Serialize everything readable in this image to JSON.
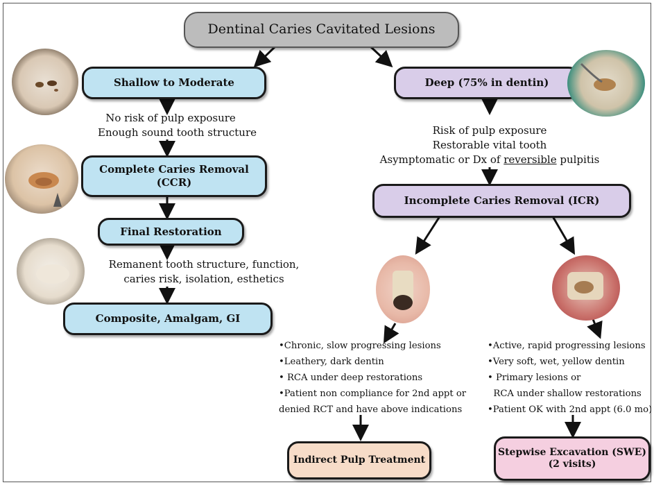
{
  "title": "Dentinal Caries Cavitated Lesions",
  "left": {
    "box1": "Shallow to Moderate",
    "text1": [
      "No risk of pulp exposure",
      "Enough sound  tooth structure"
    ],
    "box2": [
      "Complete Caries Removal",
      "(CCR)"
    ],
    "box3": "Final Restoration",
    "text2": [
      "Remanent tooth structure, function,",
      "caries risk, isolation, esthetics"
    ],
    "box4": "Composite, Amalgam, GI"
  },
  "right": {
    "box1": "Deep (75% in dentin)",
    "text1": [
      "Risk of pulp exposure",
      "Restorable vital tooth"
    ],
    "text1_line3_pre": "Asymptomatic or Dx of ",
    "text1_line3_u": "reversible",
    "text1_line3_post": " pulpitis",
    "box2": "Incomplete Caries Removal (ICR)",
    "list_left": [
      "•Chronic, slow progressing lesions",
      "•Leathery, dark dentin",
      "• RCA under deep restorations",
      "•Patient non compliance for 2nd appt or",
      "denied RCT and have above indications"
    ],
    "list_right": [
      "•Active, rapid progressing lesions",
      "•Very soft, wet, yellow dentin",
      "• Primary lesions or",
      "  RCA under shallow restorations",
      "•Patient OK with 2nd appt (6.0 mo)"
    ],
    "box_ipt": "Indirect Pulp Treatment",
    "box_swe": [
      "Stepwise Excavation (SWE)",
      "(2 visits)"
    ]
  },
  "colors": {
    "blue_box": "#bfe3f2",
    "purple_box": "#d9cde9",
    "title_box": "#bcbcbc",
    "peach_box": "#f7dcc8",
    "pink_box": "#f5cfe0"
  }
}
